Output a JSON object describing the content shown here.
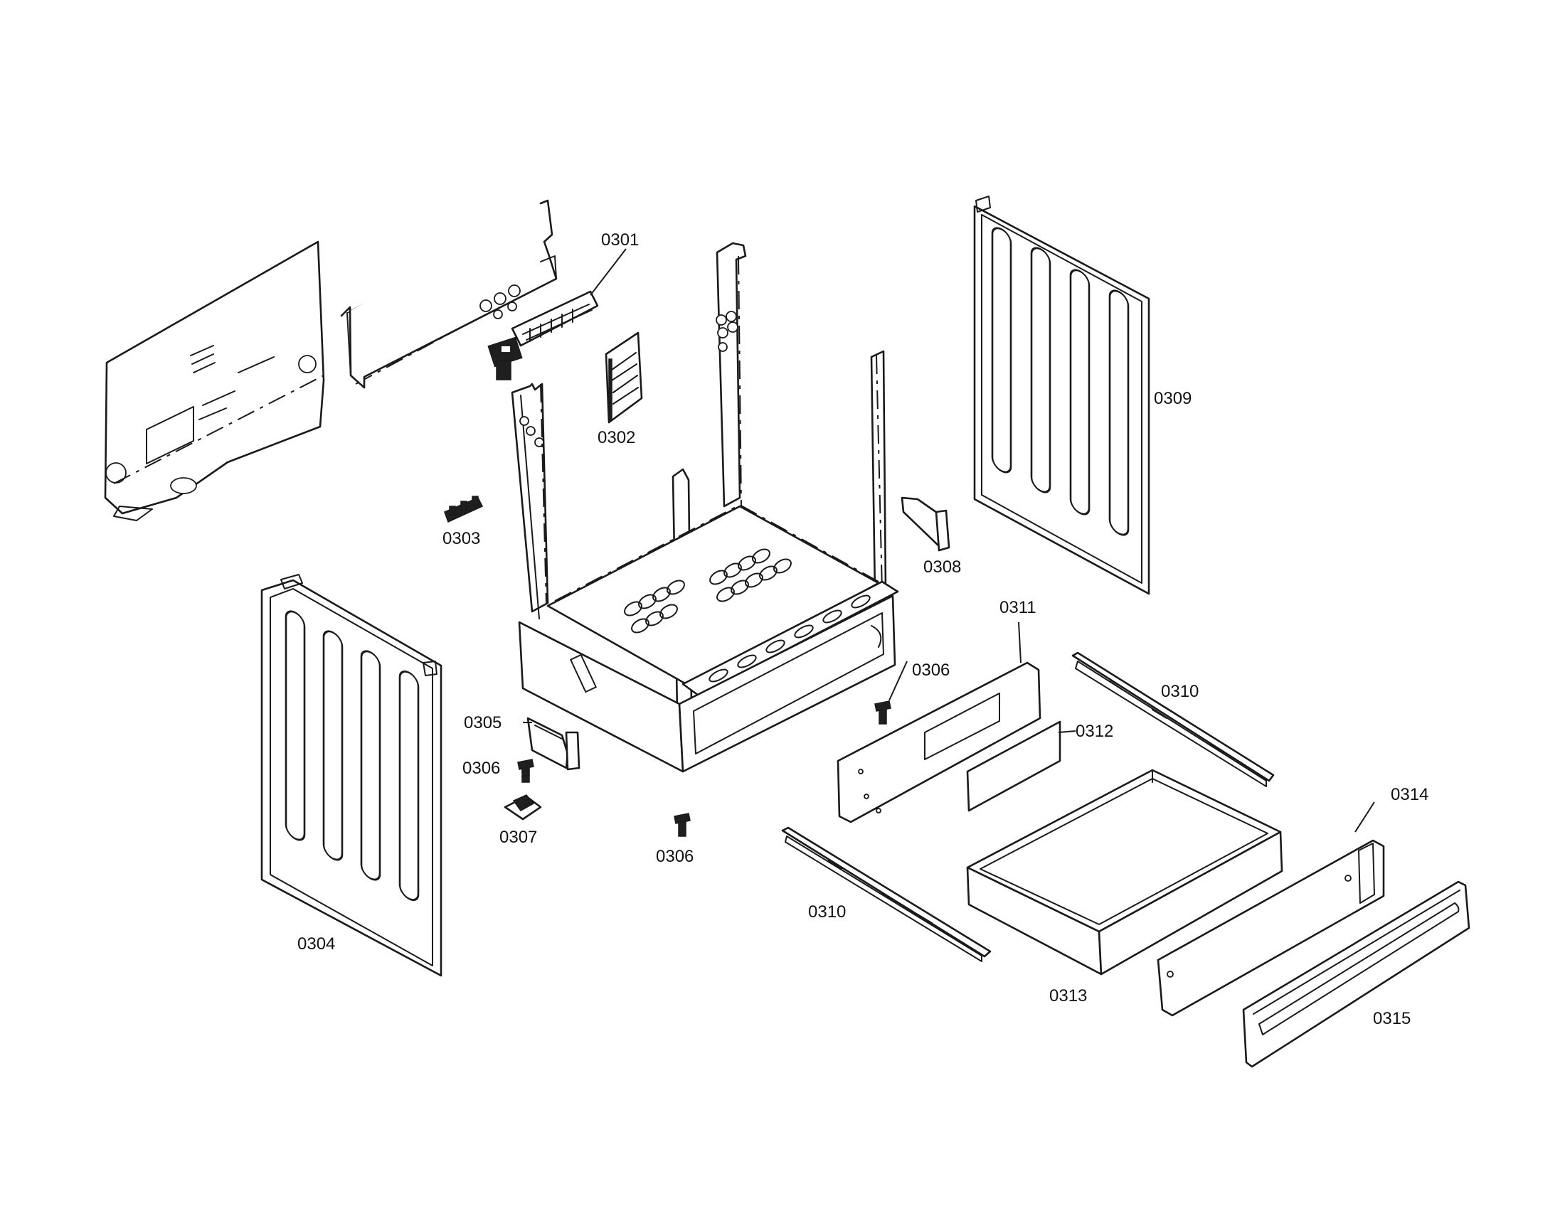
{
  "diagram": {
    "callouts": {
      "c0301": "0301",
      "c0302": "0302",
      "c0303": "0303",
      "c0304": "0304",
      "c0305": "0305",
      "c0306a": "0306",
      "c0306b": "0306",
      "c0306c": "0306",
      "c0307": "0307",
      "c0308": "0308",
      "c0309": "0309",
      "c0310a": "0310",
      "c0310b": "0310",
      "c0311": "0311",
      "c0312": "0312",
      "c0313": "0313",
      "c0314": "0314",
      "c0315": "0315"
    },
    "line_color": "#1a1a1a",
    "background": "#ffffff"
  }
}
